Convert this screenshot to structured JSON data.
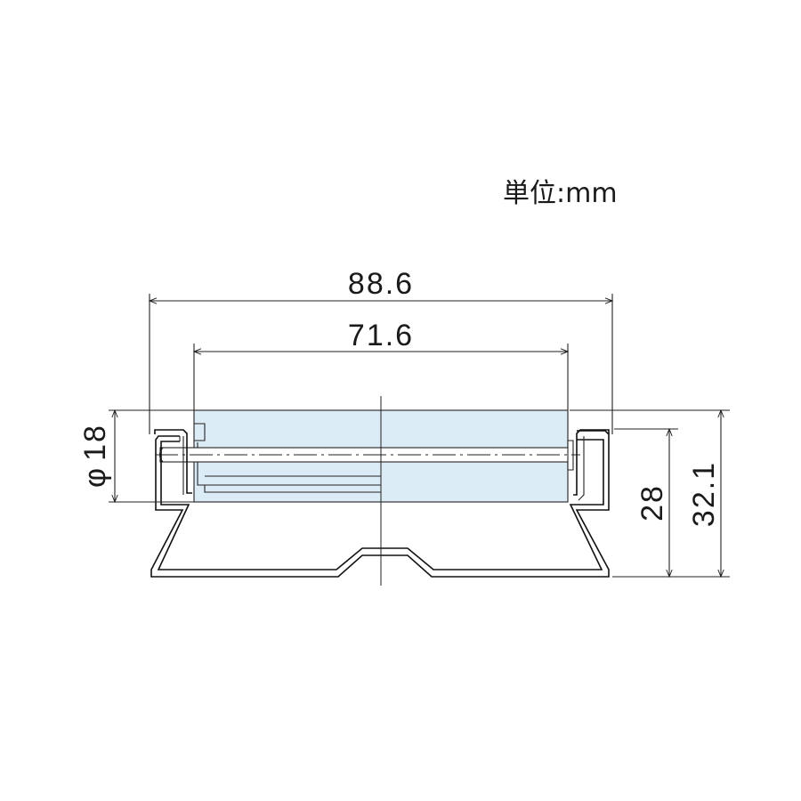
{
  "unit": {
    "label": "単位:mm"
  },
  "dimensions": {
    "overall_width": "88.6",
    "roller_length": "71.6",
    "diameter_symbol": "φ",
    "diameter_value": "18",
    "height_inner": "28",
    "height_total": "32.1"
  }
}
